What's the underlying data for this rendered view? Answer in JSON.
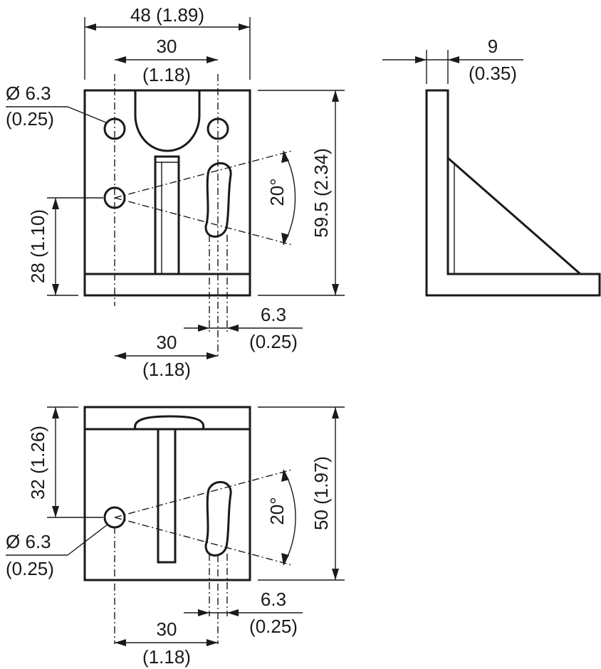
{
  "top_view": {
    "width": "48 (1.89)",
    "hole_pitch_top_mm": "30",
    "hole_pitch_top_in": "(1.18)",
    "hole_dia_mm": "Ø 6.3",
    "hole_dia_in": "(0.25)",
    "hole_height": "28 (1.10)",
    "height": "59.5 (2.34)",
    "angle": "20°",
    "slot_pitch_mm": "30",
    "slot_pitch_in": "(1.18)",
    "slot_width_mm": "6.3",
    "slot_width_in": "(0.25)"
  },
  "side_view": {
    "thickness_mm": "9",
    "thickness_in": "(0.35)"
  },
  "bottom_view": {
    "hole_height": "32 (1.26)",
    "height": "50 (1.97)",
    "angle": "20°",
    "hole_dia_mm": "Ø 6.3",
    "hole_dia_in": "(0.25)",
    "slot_pitch_mm": "30",
    "slot_pitch_in": "(1.18)",
    "slot_width_mm": "6.3",
    "slot_width_in": "(0.25)"
  }
}
